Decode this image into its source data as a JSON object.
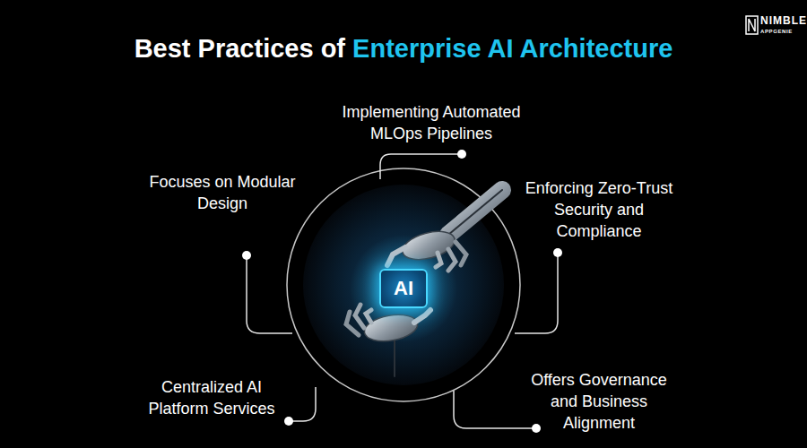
{
  "diagram": {
    "title": "Best Practices of Enterprise AI Architecture",
    "nodes": [
      {
        "text": [
          "AI"
        ]
      }
    ],
    "labels": [
      "Implementing Automated MLOps Pipelines",
      "Focuses on Modular Design",
      "Enforcing Zero-Trust Security and Compliance",
      "Centralized AI Platform Services",
      "Offers Governance and Business Alignment",
      "NIMBLE",
      "APPGENIE"
    ]
  }
}
